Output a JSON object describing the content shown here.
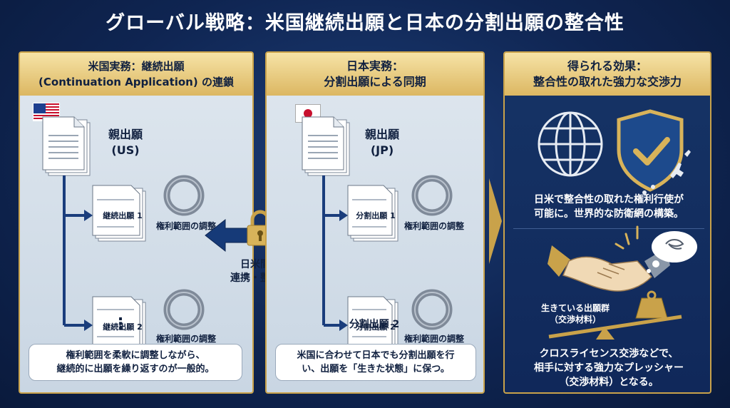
{
  "title": "グローバル戦略：米国継続出願と日本の分割出願の整合性",
  "us_panel": {
    "header_line1": "米国実務：継続出願",
    "header_line2": "(Continuation Application) の連鎖",
    "parent_label_line1": "親出願",
    "parent_label_line2": "(US)",
    "child1_label": "継続出願 1",
    "child2_label": "継続出願 2",
    "adjust1": "権利範囲の調整",
    "adjust2": "権利範囲の調整",
    "more": "⋮",
    "bubble_line1": "権利範囲を柔軟に調整しながら、",
    "bubble_line2": "継続的に出願を繰り返すのが一般的。"
  },
  "link": {
    "line1": "日米間の",
    "line2": "連携・整合性"
  },
  "jp_panel": {
    "header_line1": "日本実務：",
    "header_line2": "分割出願による同期",
    "parent_label_line1": "親出願",
    "parent_label_line2": "(JP)",
    "child1_label": "分割出願 1",
    "child2_label": "分割出願 2",
    "adjust1": "権利範囲の調整",
    "adjust2": "権利範囲の調整",
    "child2_caption": "分割出願 2",
    "bubble_line1": "米国に合わせて日本でも分割出願を行",
    "bubble_line2": "い、出願を「生きた状態」に保つ。"
  },
  "effect_panel": {
    "header_line1": "得られる効果：",
    "header_line2": "整合性の取れた強力な交渉力",
    "text1_line1": "日米で整合性の取れた権利行使が",
    "text1_line2": "可能に。世界的な防衛網の構築。",
    "scale_label_line1": "生きている出願群",
    "scale_label_line2": "（交渉材料）",
    "text2_line1": "クロスライセンス交渉などで、",
    "text2_line2": "相手に対する強力なプレッシャー",
    "text2_line3": "（交渉材料）となる。"
  },
  "colors": {
    "gold": "#c9a24a",
    "navy": "#10285a",
    "arrow_navy": "#1a3d7c"
  }
}
